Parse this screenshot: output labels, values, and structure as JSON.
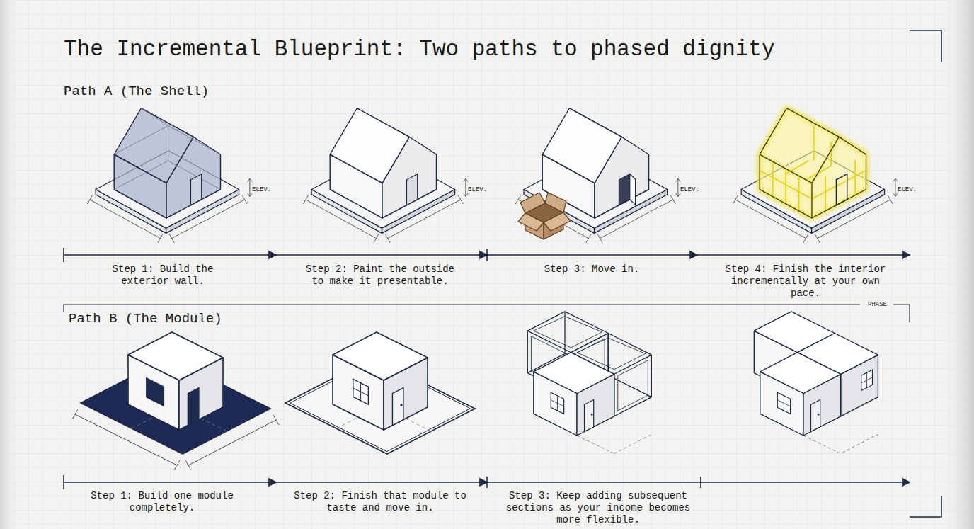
{
  "diagram": {
    "title": "The Incremental Blueprint: Two paths to phased dignity",
    "labels": [
      "Path A (The Shell)",
      "ELEV.",
      "ELEV.",
      "ELEV.",
      "ELEV.",
      "Step 1: Build the exterior wall.",
      "Step 2: Paint the outside to make it presentable.",
      "Step 3: Move in.",
      "Step 4: Finish the interior incrementally at your own pace.",
      "PHASE",
      "Path B (The Module)",
      "Step 1: Build one module completely.",
      "Step 2: Finish that module to taste and move in.",
      "Step 3: Keep adding subsequent sections as your income becomes more flexible."
    ]
  }
}
